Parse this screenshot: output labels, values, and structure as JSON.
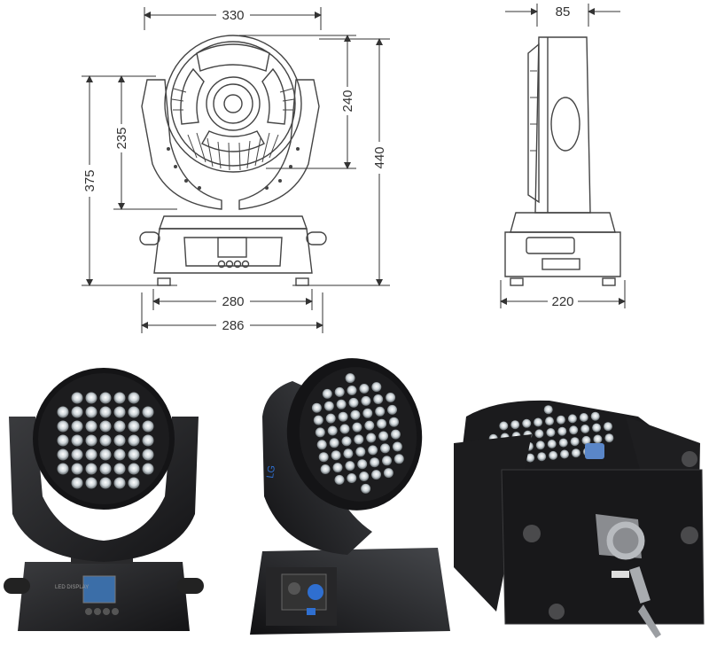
{
  "dimensions": {
    "front": {
      "top_width": "330",
      "head_height": "240",
      "total_height": "440",
      "arm_height": "235",
      "mid_height": "375",
      "base_width": "280",
      "overall_width": "286"
    },
    "side": {
      "top_depth": "85",
      "base_depth": "220"
    }
  },
  "photos": {
    "front_photo": {
      "display_label": "LED DISPLAY"
    },
    "angled_photo": {
      "arm_logo": "LG"
    }
  },
  "colors": {
    "line": "#444444",
    "body": "#1e1e20",
    "led": "#d9dde0",
    "accent": "#2f6fd0"
  }
}
